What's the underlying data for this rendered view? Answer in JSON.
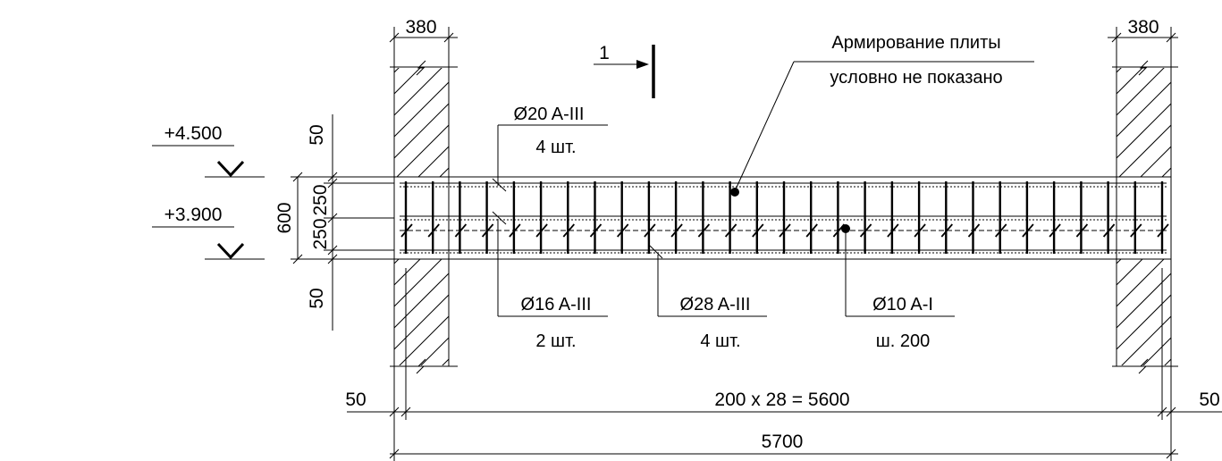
{
  "drawing": {
    "column_width_left": "380",
    "column_width_right": "380",
    "section_mark": "1",
    "slab_note_line1": "Армирование плиты",
    "slab_note_line2": "условно не показано",
    "level_top": "+4.500",
    "level_bottom": "+3.900",
    "dim_top_cover": "50",
    "dim_upper_half": "250",
    "dim_lower_half": "250",
    "dim_height": "600",
    "dim_bottom_cover": "50",
    "rebar_top_spec": "Ø20 A-III",
    "rebar_top_qty": "4 шт.",
    "rebar_mid_spec": "Ø16 A-III",
    "rebar_mid_qty": "2 шт.",
    "rebar_bottom_spec": "Ø28 A-III",
    "rebar_bottom_qty": "4 шт.",
    "stirrup_spec": "Ø10 A-I",
    "stirrup_step": "ш. 200",
    "dim_left_offset": "50",
    "dim_right_offset": "50",
    "dim_stirrups": "200 x 28 = 5600",
    "dim_total": "5700"
  }
}
